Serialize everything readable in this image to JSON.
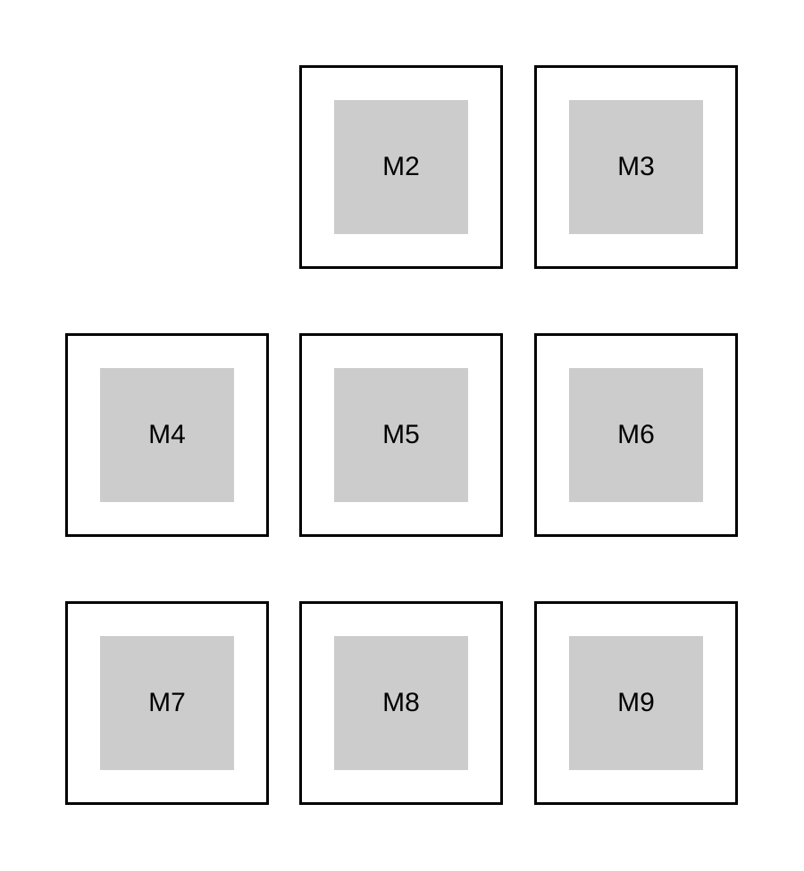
{
  "modules": [
    {
      "label": "M2"
    },
    {
      "label": "M3"
    },
    {
      "label": "M4"
    },
    {
      "label": "M5"
    },
    {
      "label": "M6"
    },
    {
      "label": "M7"
    },
    {
      "label": "M8"
    },
    {
      "label": "M9"
    }
  ],
  "colors": {
    "frame_border": "#000000",
    "frame_fill": "#ffffff",
    "inner_fill": "#cccccc",
    "text": "#000000"
  }
}
